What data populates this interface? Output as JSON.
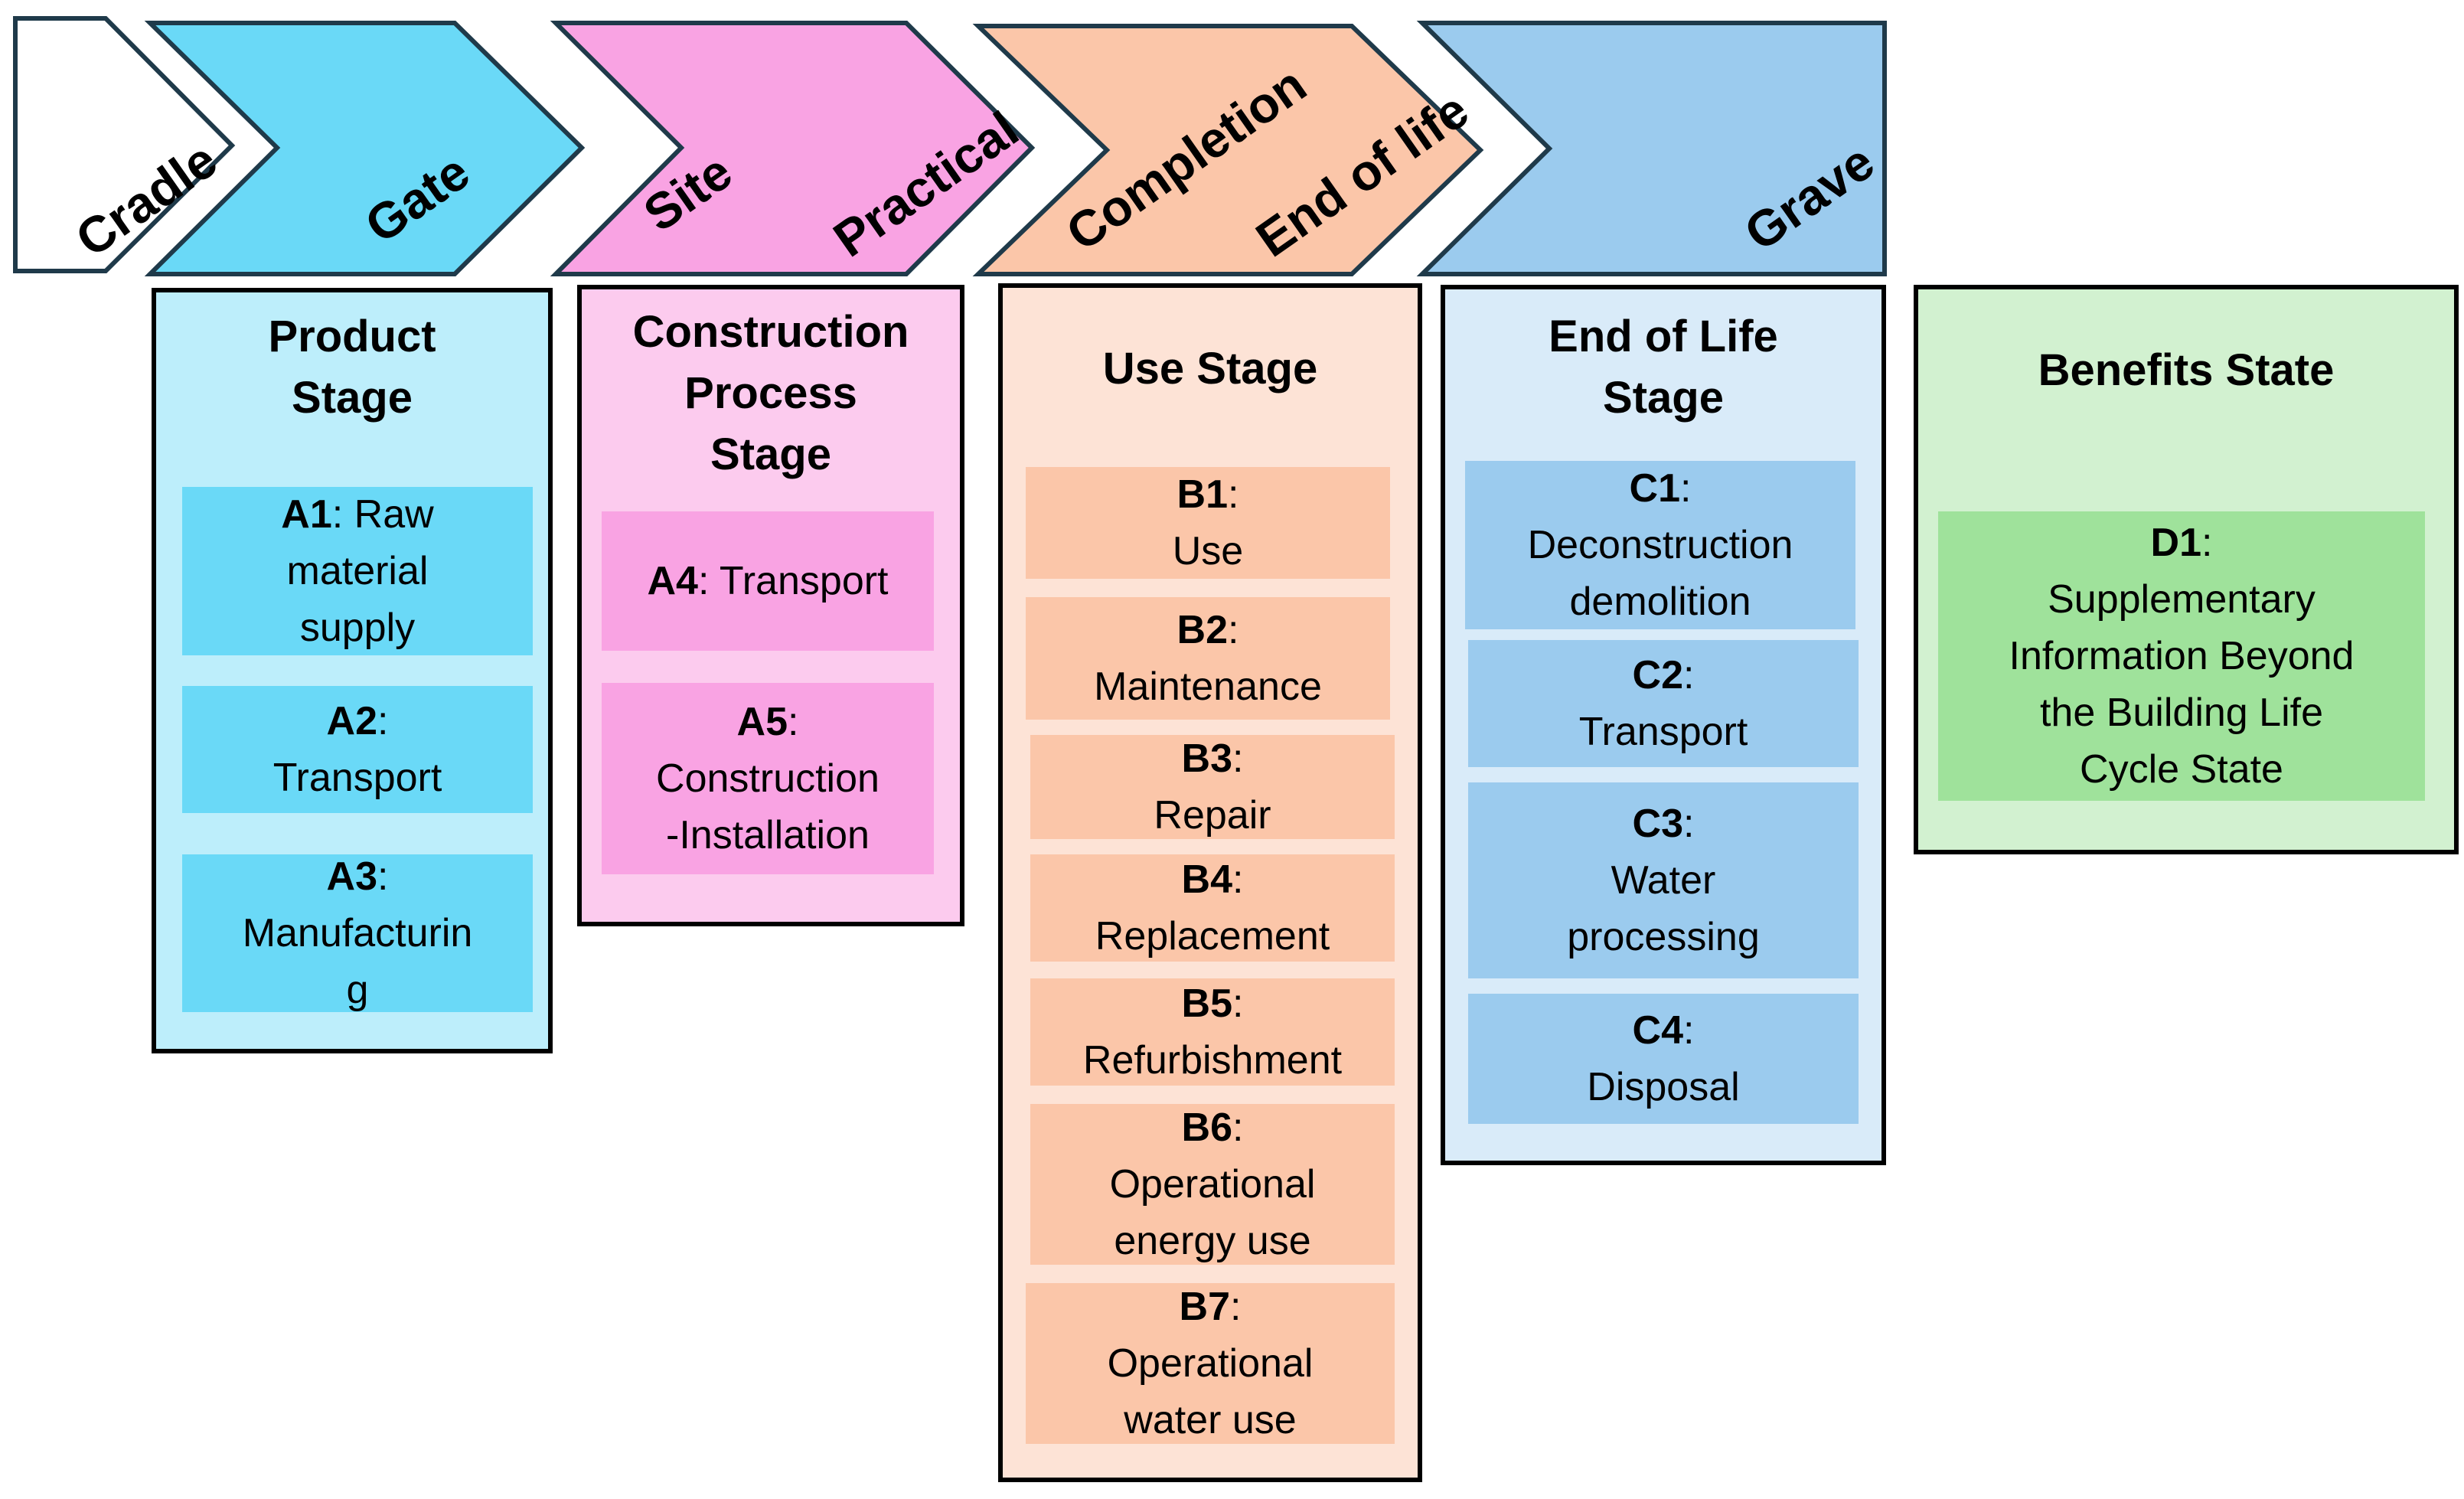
{
  "milestones": {
    "cradle": "Cradle",
    "gate": "Gate",
    "site": "Site",
    "practical": "Practical",
    "completion": "Completion",
    "end_of_life": "End of life",
    "grave": "Grave"
  },
  "colors": {
    "product_fill": "#bdeefb",
    "product_module": "#6ad9f7",
    "construction_fill": "#fccbee",
    "construction_module": "#f9a3e3",
    "use_fill": "#fde3d6",
    "use_module": "#fbc6a9",
    "eol_fill": "#d9ebf9",
    "eol_module": "#9bcbee",
    "benefits_fill": "#d2f1d0",
    "benefits_module": "#9fe29b"
  },
  "stages": {
    "product": {
      "title_1": "Product",
      "title_2": "Stage",
      "modules": [
        {
          "code": "A1",
          "text_1": ": Raw",
          "text_2": "material",
          "text_3": "supply"
        },
        {
          "code": "A2",
          "text_1": ":",
          "text_2": "Transport"
        },
        {
          "code": "A3",
          "text_1": ":",
          "text_2": "Manufacturin",
          "text_3": "g"
        }
      ]
    },
    "construction": {
      "title_1": "Construction",
      "title_2": "Process",
      "title_3": "Stage",
      "modules": [
        {
          "code": "A4",
          "text_1": ": Transport"
        },
        {
          "code": "A5",
          "text_1": ":",
          "text_2": "Construction",
          "text_3": "-Installation"
        }
      ]
    },
    "use": {
      "title_1": "Use Stage",
      "modules": [
        {
          "code": "B1",
          "text_1": ":",
          "text_2": "Use"
        },
        {
          "code": "B2",
          "text_1": ":",
          "text_2": "Maintenance"
        },
        {
          "code": "B3",
          "text_1": ":",
          "text_2": "Repair"
        },
        {
          "code": "B4",
          "text_1": ":",
          "text_2": "Replacement"
        },
        {
          "code": "B5",
          "text_1": ":",
          "text_2": "Refurbishment"
        },
        {
          "code": "B6",
          "text_1": ":",
          "text_2": "Operational",
          "text_3": "energy use"
        },
        {
          "code": "B7",
          "text_1": ":",
          "text_2": "Operational",
          "text_3": "water use"
        }
      ]
    },
    "end_of_life": {
      "title_1": "End of Life",
      "title_2": "Stage",
      "modules": [
        {
          "code": "C1",
          "text_1": ":",
          "text_2": "Deconstruction",
          "text_3": "demolition"
        },
        {
          "code": "C2",
          "text_1": ":",
          "text_2": "Transport"
        },
        {
          "code": "C3",
          "text_1": ":",
          "text_2": "Water",
          "text_3": "processing"
        },
        {
          "code": "C4",
          "text_1": ":",
          "text_2": "Disposal"
        }
      ]
    },
    "benefits": {
      "title_1": "Benefits State",
      "modules": [
        {
          "code": "D1",
          "text_1": ":",
          "text_2": "Supplementary",
          "text_3": "Information Beyond",
          "text_4": "the Building Life",
          "text_5": "Cycle State"
        }
      ]
    }
  }
}
